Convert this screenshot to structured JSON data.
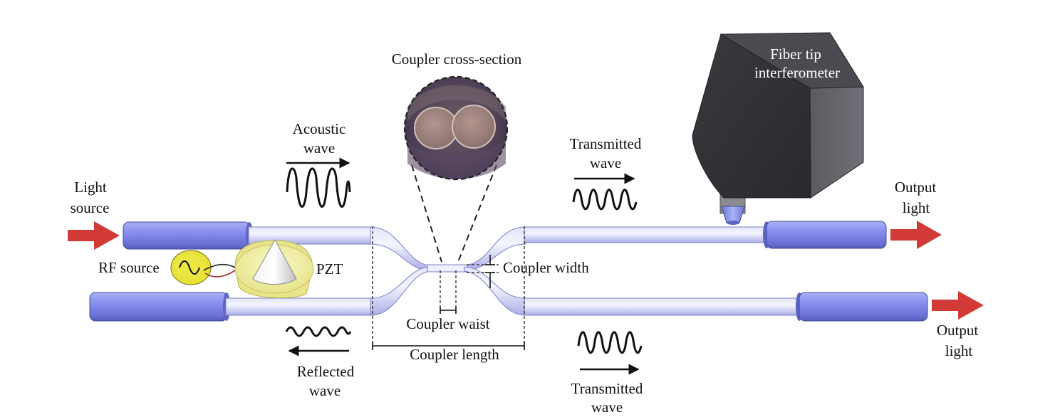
{
  "labels": {
    "cross_section": "Coupler cross-section",
    "light_source_1": "Light",
    "light_source_2": "source",
    "acoustic_1": "Acoustic",
    "acoustic_2": "wave",
    "transmitted_top_1": "Transmitted",
    "transmitted_top_2": "wave",
    "output_top_1": "Output",
    "output_top_2": "light",
    "output_bottom_1": "Output",
    "output_bottom_2": "light",
    "fiber_tip_1": "Fiber tip",
    "fiber_tip_2": "interferometer",
    "rf_source": "RF source",
    "pzt": "PZT",
    "coupler_width": "Coupler width",
    "coupler_waist": "Coupler waist",
    "coupler_length": "Coupler length",
    "reflected_1": "Reflected",
    "reflected_2": "wave",
    "transmitted_bottom_1": "Transmitted",
    "transmitted_bottom_2": "wave"
  },
  "colors": {
    "fiber_jacket": "#7b84e8",
    "fiber_core": "#c9cdf6",
    "arrow_red": "#d13a36",
    "interferometer_body": "#3e3e42",
    "pzt_yellow": "#f1ee9a",
    "rf_yellow": "#e8e23a"
  }
}
